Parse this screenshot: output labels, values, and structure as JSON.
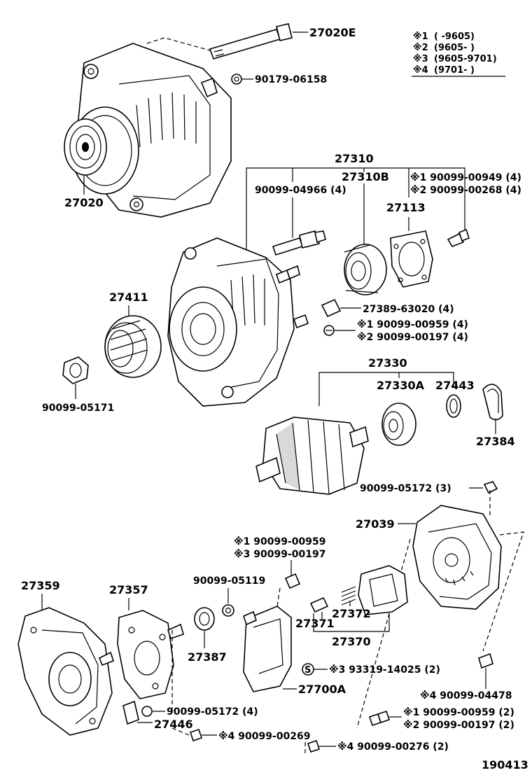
{
  "legend": {
    "rows": [
      {
        "mark": "※1",
        "range": "(      -9605)"
      },
      {
        "mark": "※2",
        "range": "(9605-      )"
      },
      {
        "mark": "※3",
        "range": "(9605-9701)"
      },
      {
        "mark": "※4",
        "range": "(9701-      )"
      }
    ]
  },
  "labels": {
    "p27020E": "27020E",
    "p90179_06158": "90179-06158",
    "p27020": "27020",
    "p27310": "27310",
    "p27310B": "27310B",
    "p90099_04966": "90099-04966 (4)",
    "p27113": "27113",
    "p90099_00949": "※1  90099-00949 (4)",
    "p90099_00268": "※2  90099-00268 (4)",
    "p27411": "27411",
    "p27389_63020": "27389-63020 (4)",
    "p90099_00959_4": "※1  90099-00959 (4)",
    "p90099_00197_4": "※2  90099-00197 (4)",
    "p90099_05171": "90099-05171",
    "p27330": "27330",
    "p27330A": "27330A",
    "p27443": "27443",
    "p27384": "27384",
    "p90099_05172_3": "90099-05172 (3)",
    "p27039": "27039",
    "p90099_00959_b": "※1  90099-00959",
    "p90099_00197_b": "※3  90099-00197",
    "p27359": "27359",
    "p27357": "27357",
    "p90099_05119": "90099-05119",
    "p27371": "27371",
    "p27372": "27372",
    "p27370": "27370",
    "p27387": "27387",
    "p93319_14025": "※3  93319-14025 (2)",
    "p27700A": "27700A",
    "p90099_04478": "※4  90099-04478",
    "p90099_05172_4": "90099-05172 (4)",
    "p27446": "27446",
    "p90099_00269": "※4  90099-00269",
    "p90099_00959_2": "※1    90099-00959 (2)",
    "p90099_00197_2": "※2    90099-00197 (2)",
    "p90099_00276": "※4  90099-00276 (2)",
    "figure_id": "190413"
  }
}
